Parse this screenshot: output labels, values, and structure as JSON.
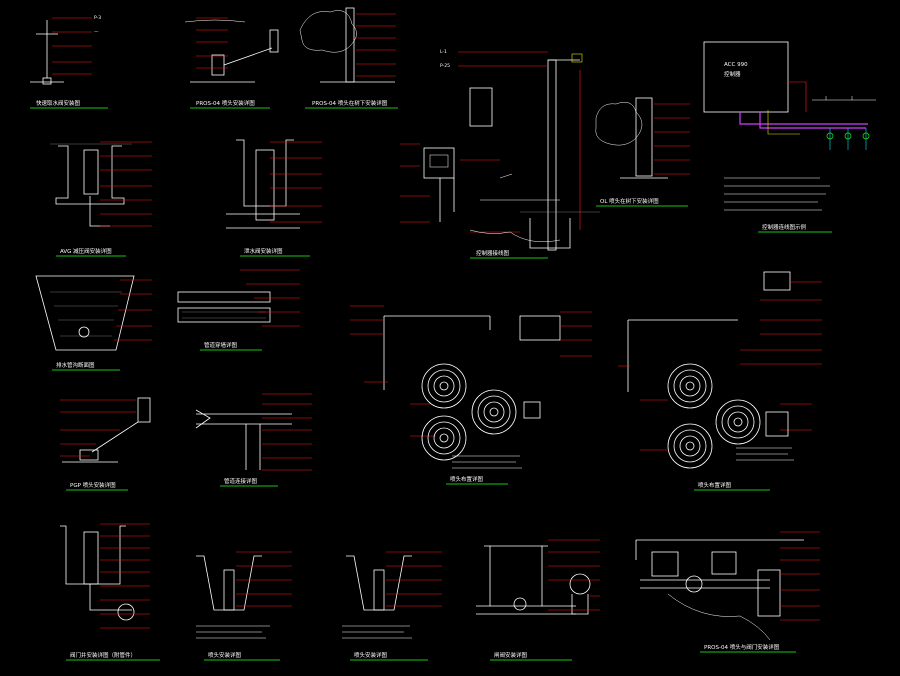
{
  "captions": {
    "quick_coupler": "快速取水阀安装图",
    "pros_04_arm": "PROS-04 喷头安装详图",
    "pros_04_tree": "PROS-04 喷头在树下安装详图",
    "controller_wiring": "控制器接线图",
    "avg_valve": "AVG 减压阀安装详图",
    "drain_valve": "泄水阀安装详图",
    "ol_tree": "OL 喷头在树下安装详图",
    "acc_system": "控制器连线图示例",
    "gravel_trench": "排水管沟断面图",
    "conduit_detail": "管道穿墙详图",
    "rotor_layout_a": "喷头布置详图",
    "rotor_layout_b": "喷头布置详图",
    "pgp_arm": "PGP 喷头安装详图",
    "pipe_cross": "管道连接详图",
    "valve_box_a": "阀门井安装详图（附管件）",
    "nozzle_a": "喷头安装详图",
    "nozzle_b": "喷头安装详图",
    "gate_valve": "闸阀安装详图",
    "pros_04_valve": "PROS-04 喷头与阀门安装详图"
  },
  "acc": {
    "model": "ACC 990",
    "subtitle": "控制器"
  },
  "top_labels": {
    "t1": "P-3",
    "t2": "L-1",
    "t3": "P-25"
  },
  "colors": {
    "background": "#000000",
    "linework": "#ffffff",
    "leaders": "#ff1a1a",
    "caption_underline": "#18c418",
    "wiring": "#d23cff",
    "accent": "#e8e800"
  }
}
